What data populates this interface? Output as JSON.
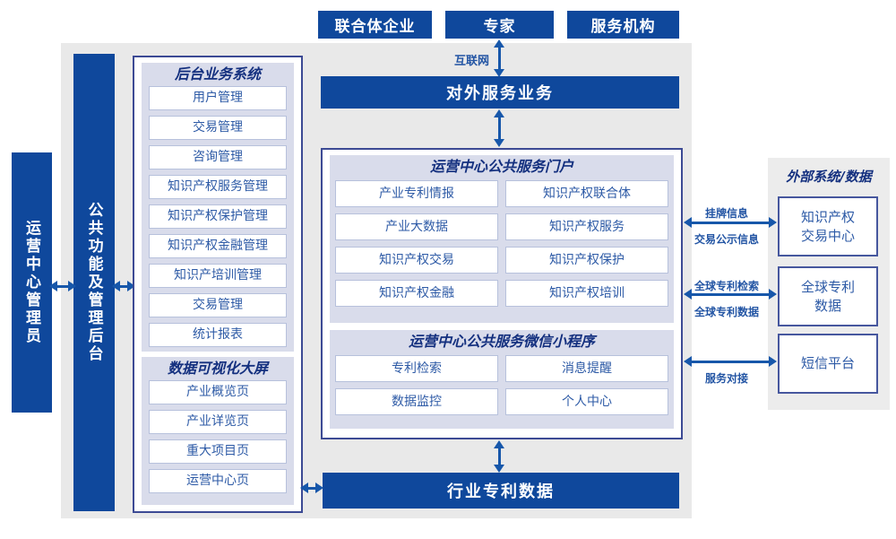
{
  "top_entities": {
    "consortium": "联合体企业",
    "experts": "专家",
    "service_orgs": "服务机构"
  },
  "internet_label": "互联网",
  "external_service_bar": "对外服务业务",
  "left_rails": {
    "operator_admin": "运营中心管理员",
    "common_backend": "公共功能及管理后台"
  },
  "backend_panel": {
    "title": "后台业务系统",
    "items": [
      "用户管理",
      "交易管理",
      "咨询管理",
      "知识产权服务管理",
      "知识产权保护管理",
      "知识产权金融管理",
      "知识产培训管理",
      "交易管理",
      "统计报表"
    ]
  },
  "dashboard_panel": {
    "title": "数据可视化大屏",
    "items": [
      "产业概览页",
      "产业详览页",
      "重大项目页",
      "运营中心页"
    ]
  },
  "portal_panel": {
    "title": "运营中心公共服务门户",
    "items": [
      "产业专利情报",
      "知识产权联合体",
      "产业大数据",
      "知识产权服务",
      "知识产权交易",
      "知识产权保护",
      "知识产权金融",
      "知识产权培训"
    ]
  },
  "miniapp_panel": {
    "title": "运营中心公共服务微信小程序",
    "items": [
      "专利检索",
      "消息提醒",
      "数据监控",
      "个人中心"
    ]
  },
  "industry_data_bar": "行业专利数据",
  "external_panel": {
    "title": "外部系统/数据",
    "systems": [
      "知识产权\n交易中心",
      "全球专利\n数据",
      "短信平台"
    ]
  },
  "link_labels": {
    "listing_info": "挂牌信息",
    "trade_publicity": "交易公示信息",
    "global_patent_search": "全球专利检索",
    "global_patent_data": "全球专利数据",
    "service_connect": "服务对接"
  },
  "colors": {
    "navy_fill": "#0f489c",
    "panel_lavender": "#d9dceb",
    "arrow_blue": "#1757aa",
    "item_text_blue": "#2d5aa6",
    "background_gray": "#e9e9e9"
  }
}
